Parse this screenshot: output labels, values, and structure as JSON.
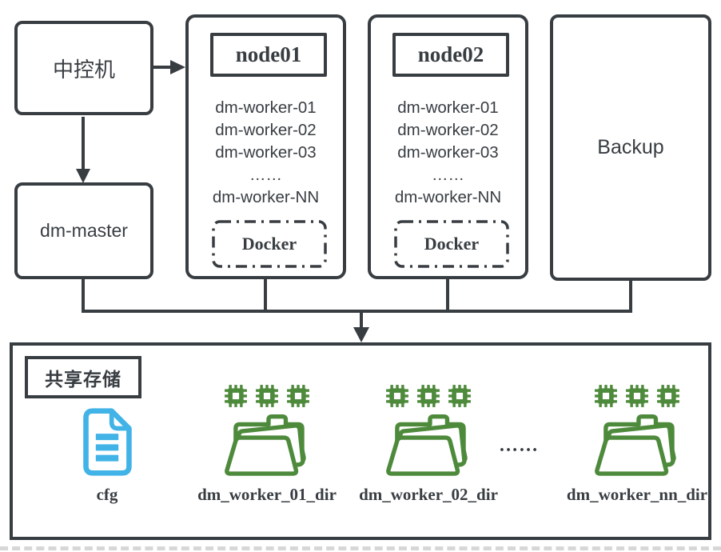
{
  "colors": {
    "line": "#383d42",
    "green": "#4e8a3b",
    "blue": "#41b3e6",
    "artifact": "#d7d7d7"
  },
  "control": {
    "label": "中控机"
  },
  "dm_master": {
    "label": "dm-master"
  },
  "nodes": [
    {
      "title": "node01",
      "workers": [
        "dm-worker-01",
        "dm-worker-02",
        "dm-worker-03",
        "……",
        "dm-worker-NN"
      ],
      "container": "Docker"
    },
    {
      "title": "node02",
      "workers": [
        "dm-worker-01",
        "dm-worker-02",
        "dm-worker-03",
        "……",
        "dm-worker-NN"
      ],
      "container": "Docker"
    }
  ],
  "backup": {
    "label": "Backup"
  },
  "storage": {
    "title": "共享存储",
    "config": {
      "label": "cfg",
      "icon": "document-icon"
    },
    "dirs": [
      {
        "label": "dm_worker_01_dir",
        "icon": "folder-with-chips-icon"
      },
      {
        "label": "dm_worker_02_dir",
        "icon": "folder-with-chips-icon"
      },
      {
        "label": "dm_worker_nn_dir",
        "icon": "folder-with-chips-icon"
      }
    ],
    "ellipsis": "……"
  }
}
